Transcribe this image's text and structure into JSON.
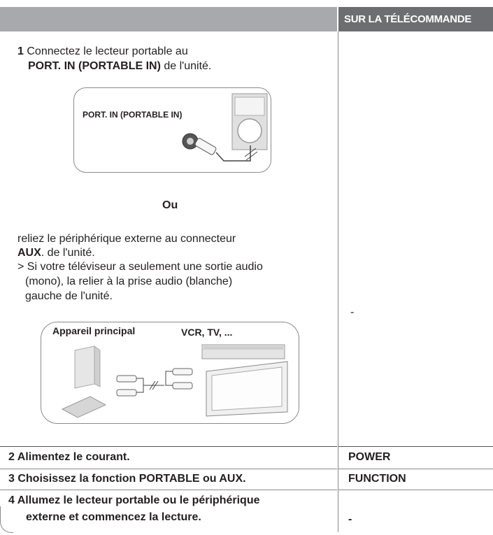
{
  "header": {
    "remote_label": "SUR LA TÉLÉCOMMANDE"
  },
  "step1": {
    "number": "1",
    "line1": "Connectez le lecteur portable au",
    "line2_bold": "PORT. IN (PORTABLE IN)",
    "line2_rest": " de l'unité.",
    "port_label": "PORT. IN (PORTABLE IN)",
    "or_label": "Ou",
    "aux_line1": "reliez le périphérique externe au connecteur",
    "aux_bold": "AUX",
    "aux_rest": ". de l'unité.",
    "note1": "> Si votre téléviseur a seulement une sortie audio",
    "note2": "(mono), la relier à la prise audio (blanche)",
    "note3": "gauche de l'unité.",
    "diagram_main": "Appareil principal",
    "diagram_ext": "VCR, TV, ...",
    "remote": "-"
  },
  "steps": [
    {
      "text": "2  Alimentez le courant.",
      "remote": "POWER"
    },
    {
      "text": "3  Choisissez la fonction PORTABLE ou AUX.",
      "remote": "FUNCTION"
    },
    {
      "text1": "4  Allumez le lecteur portable ou le périphérique",
      "text2": "externe et commencez la lecture.",
      "remote": "-"
    }
  ]
}
